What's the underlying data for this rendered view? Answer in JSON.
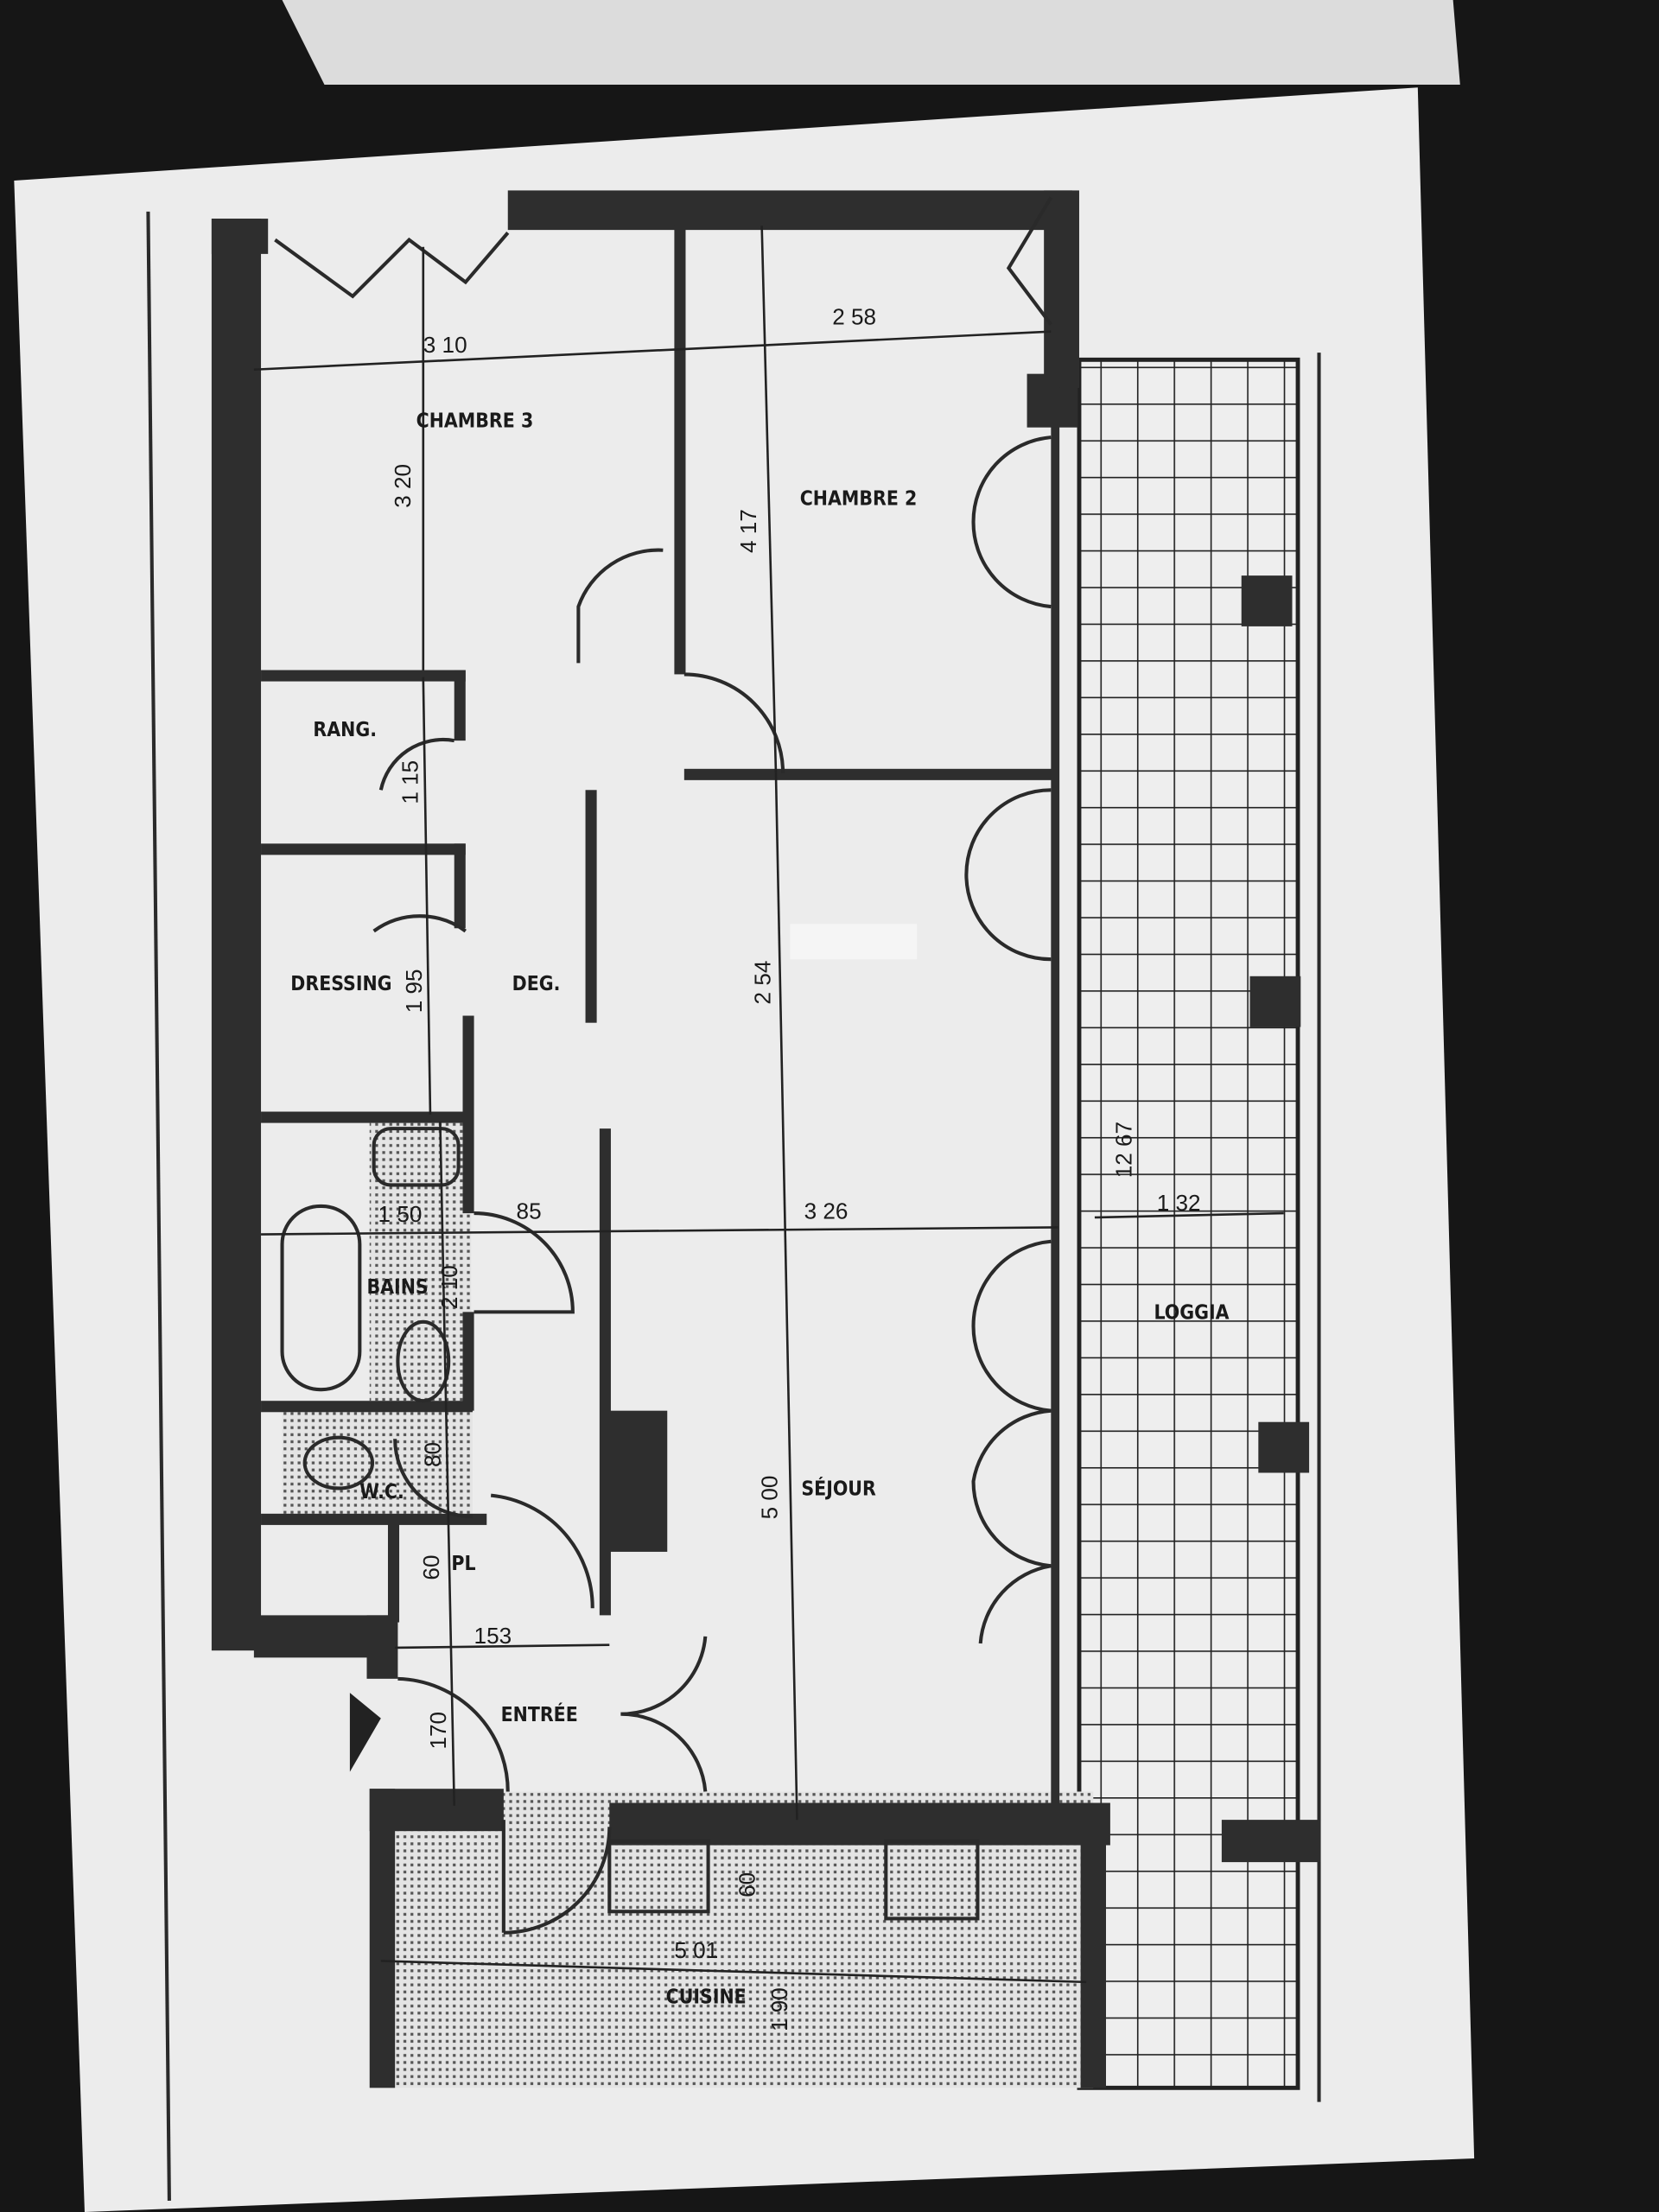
{
  "rooms": {
    "chambre3": "CHAMBRE 3",
    "chambre2": "CHAMBRE 2",
    "rang": "RANG.",
    "dressing": "DRESSING",
    "deg": "DEG.",
    "bains": "BAINS",
    "wc": "W.C.",
    "pl": "PL",
    "entree": "ENTRÉE",
    "sejour": "SÉJOUR",
    "loggia": "LOGGIA",
    "cuisine": "CUISINE"
  },
  "dimensions": {
    "chambre3_width": "3 10",
    "chambre2_width": "2 58",
    "chambre3_depth": "3 20",
    "chambre2_depth": "4 17",
    "rang_depth": "1 15",
    "dressing_depth": "1 95",
    "middle_depth": "2 54",
    "bains_width": "1 50",
    "deg_width": "85",
    "sejour_width": "3 26",
    "bains_depth": "2 10",
    "wc_depth": "80",
    "pl_depth": "60",
    "entree_width": "153",
    "entree_depth": "170",
    "sejour_depth": "5 00",
    "loggia_length": "12 67",
    "loggia_width": "1 32",
    "cuisine_width": "5 01",
    "cuisine_counter": "60",
    "cuisine_depth": "1 90"
  },
  "colors": {
    "paper": "#ececec",
    "wall": "#2e2e2e",
    "background": "#161616"
  }
}
